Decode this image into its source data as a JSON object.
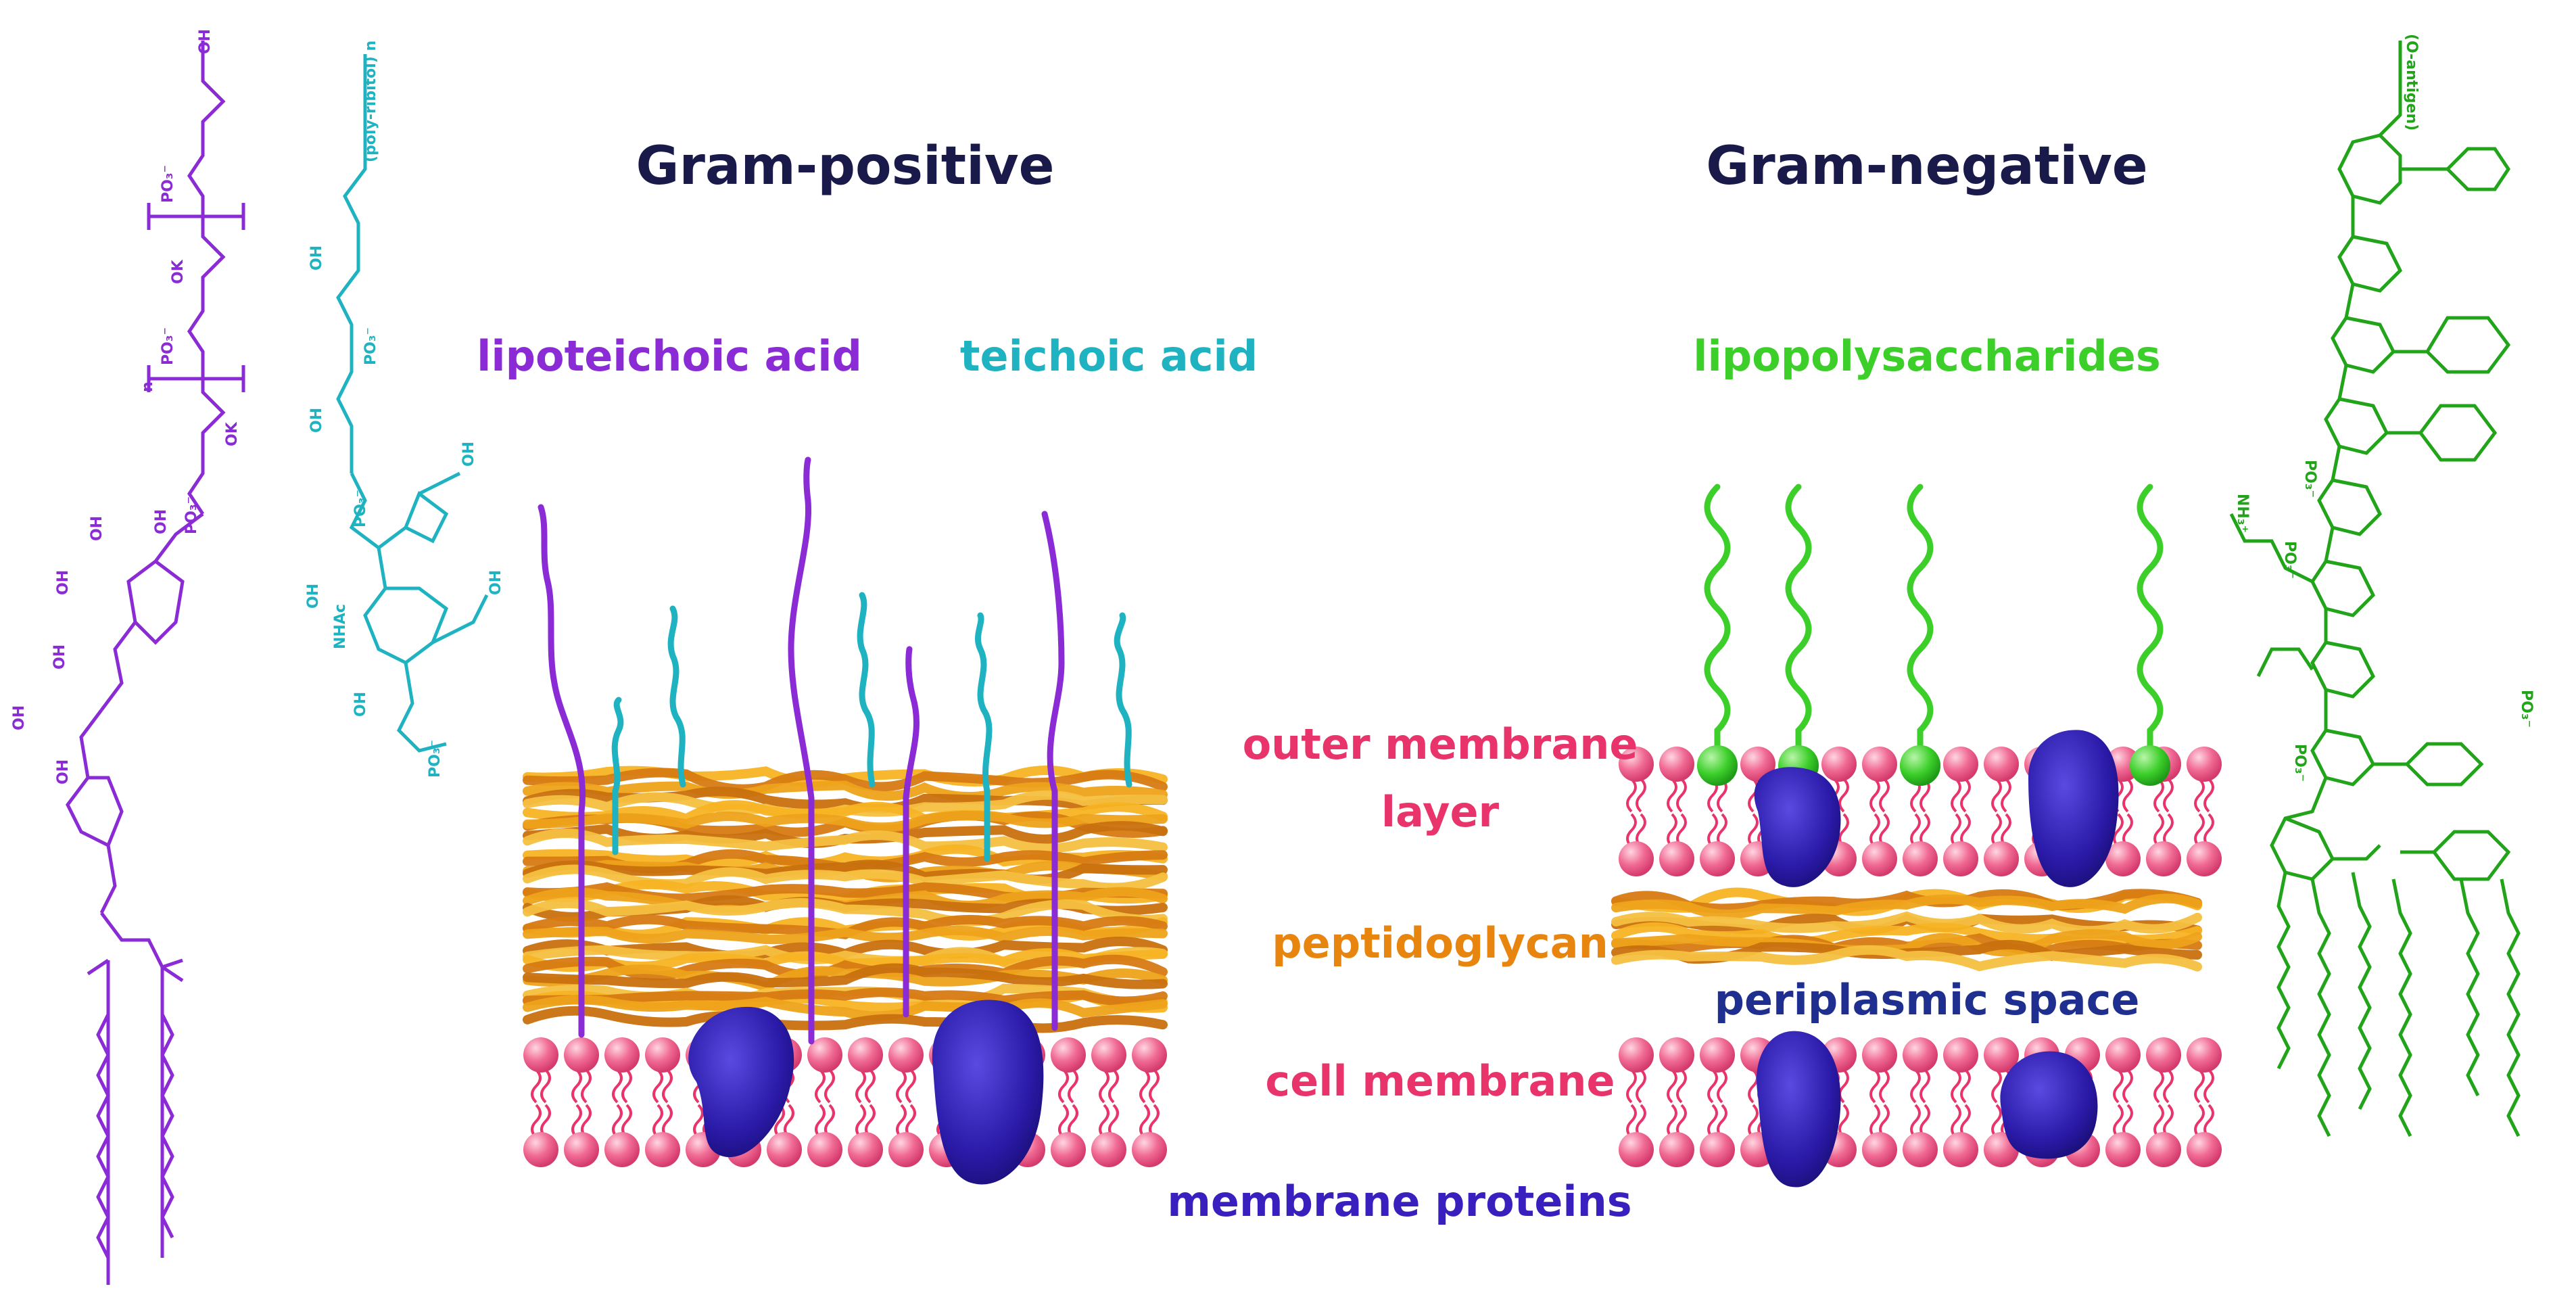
{
  "titles": {
    "gram_positive": "Gram-positive",
    "gram_negative": "Gram-negative"
  },
  "labels": {
    "lipoteichoic_acid": "lipoteichoic acid",
    "teichoic_acid": "teichoic acid",
    "lipopolysaccharides": "lipopolysaccharides",
    "outer_membrane_line1": "outer membrane",
    "outer_membrane_line2": "layer",
    "peptidoglycan": "peptidoglycan",
    "periplasmic_space": "periplasmic space",
    "cell_membrane": "cell membrane",
    "membrane_proteins": "membrane proteins"
  },
  "chem_labels": {
    "oh": "OH",
    "ok": "OK",
    "n": "n",
    "po3": "PO₃⁻",
    "nhac": "NHAc",
    "nh3": "NH₃⁺",
    "teichoic_end": "(poly-ribitol) n",
    "lps_end": "(O-antigen)"
  },
  "colors": {
    "title": "#1a1a4a",
    "lipoteichoic": "#8a2bd6",
    "teichoic": "#1fb3c2",
    "lps": "#3ccf2a",
    "lps_dark": "#22a41a",
    "outer_membrane": "#e8336b",
    "peptidoglycan": "#e8850f",
    "periplasmic": "#1f2f8f",
    "cell_membrane": "#e8336b",
    "membrane_proteins": "#3a1fbf",
    "protein_fill": "#2a1aa8",
    "lipid_head": "#f06a94",
    "lipid_tail": "#e8336b",
    "pg_light": "#f7b323",
    "pg_dark": "#d67a12"
  }
}
